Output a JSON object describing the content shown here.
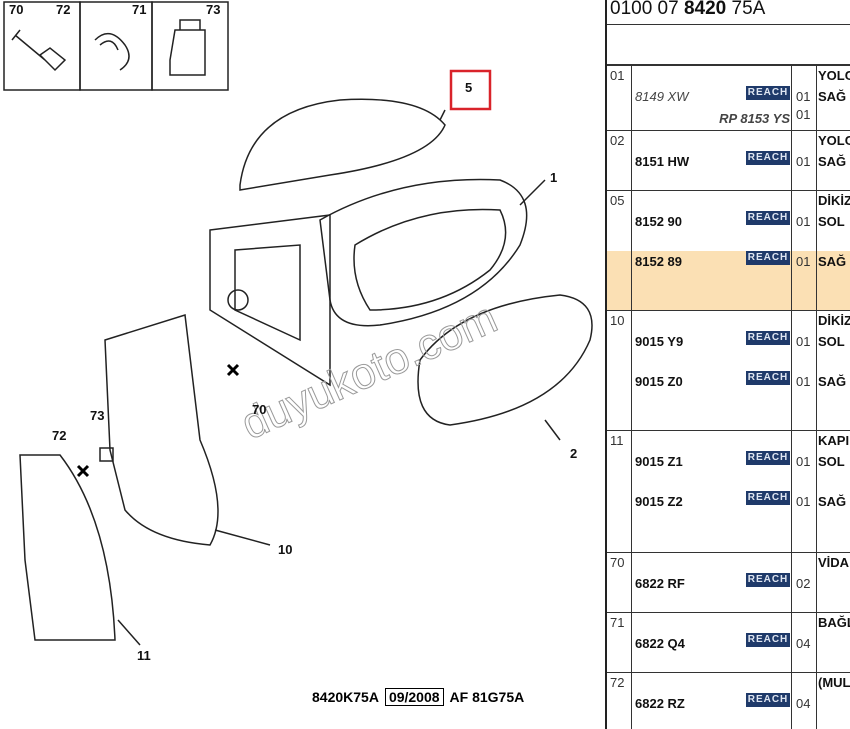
{
  "diagram": {
    "legend_box": [
      {
        "labels": [
          "70",
          "72"
        ]
      },
      {
        "labels": [
          "71"
        ]
      },
      {
        "labels": [
          "73"
        ]
      }
    ],
    "callouts": {
      "c5": "5",
      "c1": "1",
      "c2": "2",
      "c10": "10",
      "c11": "11",
      "c70": "70",
      "c72": "72",
      "c73": "73"
    },
    "watermark": "duyukoto.com",
    "footer": {
      "code": "8420K75A",
      "date": "09/2008",
      "ref": "AF 81G75A"
    },
    "highlight_color": "#d9232a"
  },
  "table": {
    "title_a": "0100 07 ",
    "title_b": "8420",
    "title_c": " 75A",
    "reach_label": "REACH",
    "rows": [
      {
        "ref": "01",
        "desc": "YOLC",
        "lines": [
          {
            "part": "8149 XW",
            "italic": true,
            "qty": "01",
            "desc": "SAĞ"
          },
          {
            "part": "RP 8153 YS",
            "italic": true,
            "qty": "01"
          }
        ]
      },
      {
        "ref": "02",
        "desc": "YOLC",
        "lines": [
          {
            "part": "8151 HW",
            "qty": "01",
            "desc": "SAĞ"
          }
        ]
      },
      {
        "ref": "05",
        "desc": "DİKİZ",
        "lines": [
          {
            "part": "8152 90",
            "qty": "01",
            "desc": "SOL"
          },
          {
            "part": "8152 89",
            "qty": "01",
            "desc": "SAĞ"
          }
        ]
      },
      {
        "ref": "10",
        "desc": "DİKİZ",
        "lines": [
          {
            "part": "9015 Y9",
            "qty": "01",
            "desc": "SOL"
          },
          {
            "part": "9015 Z0",
            "qty": "01",
            "desc": "SAĞ"
          }
        ]
      },
      {
        "ref": "11",
        "desc": "KAPI",
        "lines": [
          {
            "part": "9015 Z1",
            "qty": "01",
            "desc": "SOL"
          },
          {
            "part": "9015 Z2",
            "qty": "01",
            "desc": "SAĞ"
          }
        ]
      },
      {
        "ref": "70",
        "desc": "VİDA",
        "lines": [
          {
            "part": "6822 RF",
            "qty": "02"
          }
        ]
      },
      {
        "ref": "71",
        "desc": "BAĞL",
        "lines": [
          {
            "part": "6822 Q4",
            "qty": "04"
          }
        ]
      },
      {
        "ref": "72",
        "desc": "(MUL",
        "lines": [
          {
            "part": "6822 RZ",
            "qty": "04"
          }
        ]
      }
    ]
  }
}
